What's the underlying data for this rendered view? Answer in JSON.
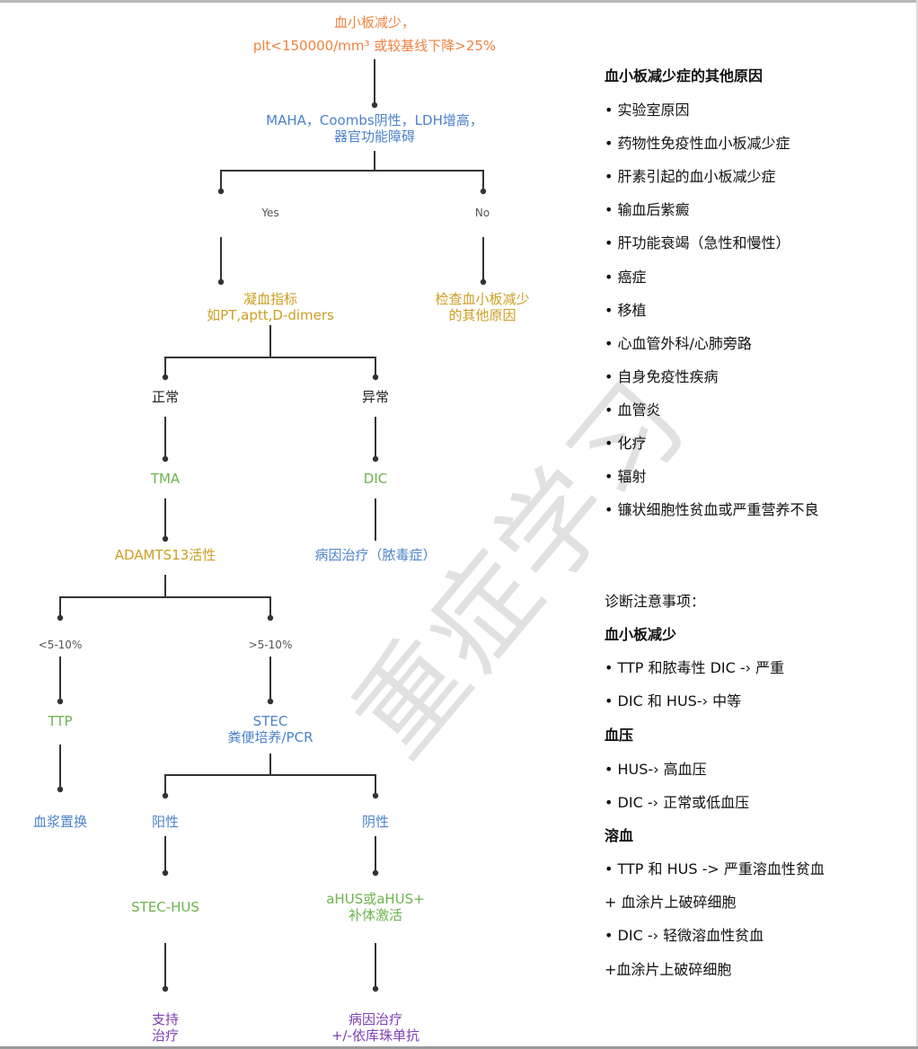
{
  "flowchart": {
    "start": {
      "line1": "血小板减少，",
      "line2": "plt<150000/mm³ 或较基线下降>25%"
    },
    "criteria": {
      "line1": "MAHA，Coombs阴性，LDH增高，",
      "line2": "器官功能障碍"
    },
    "yes": "Yes",
    "no": "No",
    "coag": {
      "line1": "凝血指标",
      "line2": "如PT,aptt,D-dimers"
    },
    "other": {
      "line1": "检查血小板减少",
      "line2": "的其他原因"
    },
    "normal": "正常",
    "abnormal": "异常",
    "tma": "TMA",
    "dic": "DIC",
    "adamts13": "ADAMTS13活性",
    "dic_treat": "病因治疗（脓毒症）",
    "low": "<5-10%",
    "high": ">5-10%",
    "ttp": "TTP",
    "stec": {
      "line1": "STEC",
      "line2": "粪便培养/PCR"
    },
    "plasma": "血浆置换",
    "positive": "阳性",
    "negative": "阴性",
    "stec_hus": "STEC-HUS",
    "ahus": {
      "line1": "aHUS或aHUS+",
      "line2": "补体激活"
    },
    "support": {
      "line1": "支持",
      "line2": "治疗"
    },
    "etiology": {
      "line1": "病因治疗",
      "line2": "+/-依库珠单抗"
    }
  },
  "other_causes": {
    "title": "血小板减少症的其他原因",
    "items": [
      "• 实验室原因",
      "• 药物性免疫性血小板减少症",
      "• 肝素引起的血小板减少症",
      "• 输血后紫癜",
      "• 肝功能衰竭（急性和慢性）",
      "• 癌症",
      "• 移植",
      "• 心血管外科/心肺旁路",
      "• 自身免疫性疾病",
      "• 血管炎",
      "• 化疗",
      "• 辐射",
      "• 镰状细胞性贫血或严重营养不良"
    ]
  },
  "notes": {
    "title": "诊断注意事项：",
    "sections": [
      {
        "heading": "血小板减少",
        "lines": [
          "• TTP 和脓毒性 DIC -› 严重",
          "• DIC 和 HUS-› 中等"
        ]
      },
      {
        "heading": "血压",
        "lines": [
          "• HUS-› 高血压",
          "• DIC -› 正常或低血压"
        ]
      },
      {
        "heading": "溶血",
        "lines": [
          "• TTP 和 HUS -> 严重溶血性贫血",
          "+ 血涂片上破碎细胞",
          "• DIC -› 轻微溶血性贫血",
          "+血涂片上破碎细胞"
        ]
      }
    ]
  },
  "watermark": "重症学习",
  "colors": {
    "orange": "#f08240",
    "blue": "#4c82cc",
    "olive": "#cc9e22",
    "green": "#6cb34d",
    "purple": "#7c3fb3"
  }
}
